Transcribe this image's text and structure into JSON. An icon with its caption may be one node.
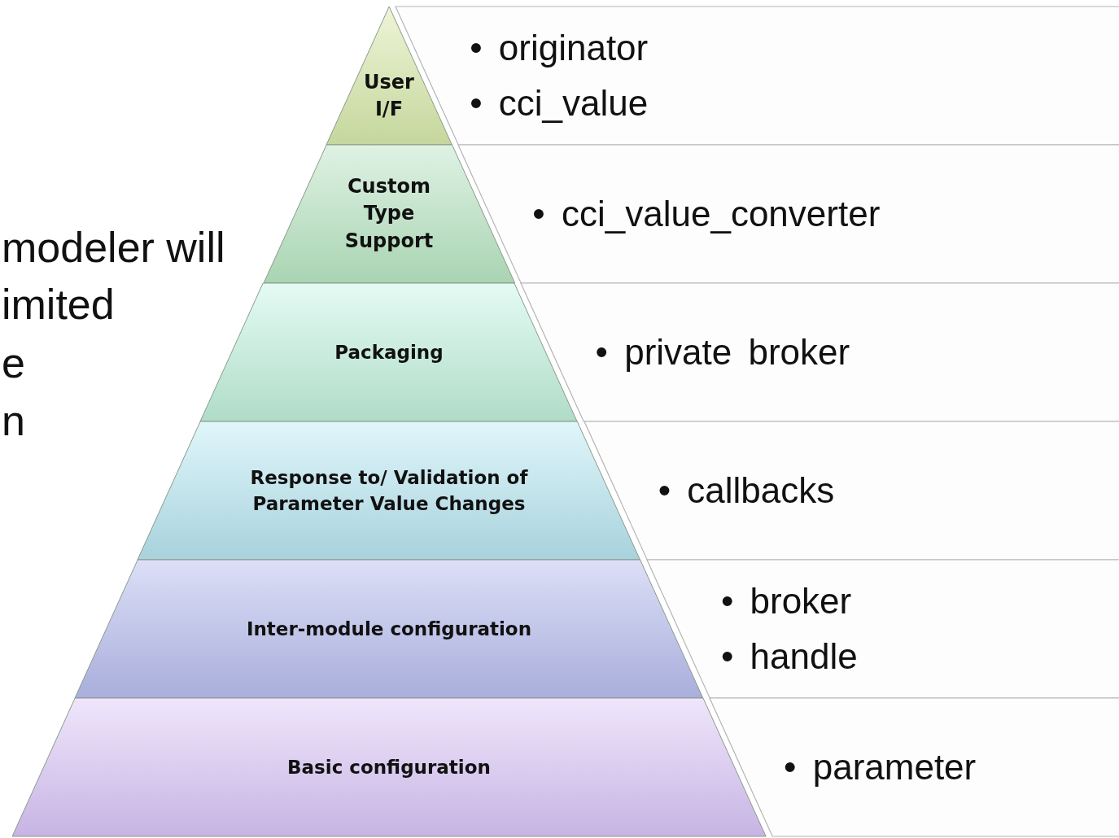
{
  "diagram": {
    "nodes": [
      {
        "text": [
          "User I/F"
        ]
      },
      {
        "text": [
          "• originator",
          "• cci_value"
        ]
      },
      {
        "text": [
          "Custom Type Support"
        ]
      },
      {
        "text": [
          "• cci_value_converter"
        ]
      },
      {
        "text": [
          "Packaging"
        ]
      },
      {
        "text": [
          "• private broker"
        ]
      },
      {
        "text": [
          "Response to/ Validation of Parameter Value Changes"
        ]
      },
      {
        "text": [
          "• callbacks"
        ]
      },
      {
        "text": [
          "Inter-module configuration"
        ]
      },
      {
        "text": [
          "• broker",
          "• handle"
        ]
      },
      {
        "text": [
          "Basic configuration"
        ]
      },
      {
        "text": [
          "• parameter"
        ]
      }
    ],
    "labels": [
      "modeler will",
      "imited",
      "e",
      "n"
    ]
  }
}
